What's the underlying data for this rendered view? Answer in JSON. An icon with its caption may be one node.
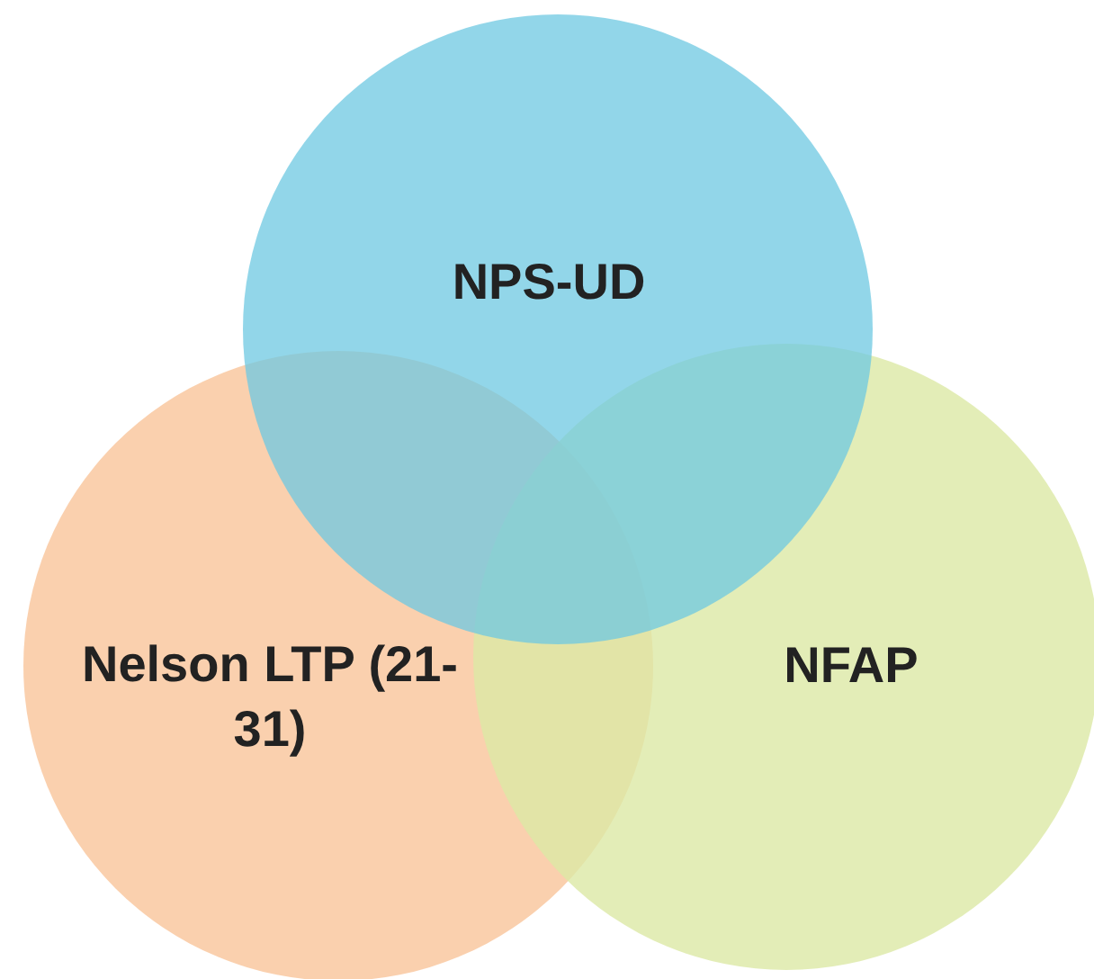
{
  "diagram": {
    "nodes": [
      {
        "text": [
          "NPS-UD"
        ]
      },
      {
        "text": [
          "Nelson LTP (21-31)"
        ]
      },
      {
        "text": [
          "NFAP"
        ]
      }
    ]
  }
}
